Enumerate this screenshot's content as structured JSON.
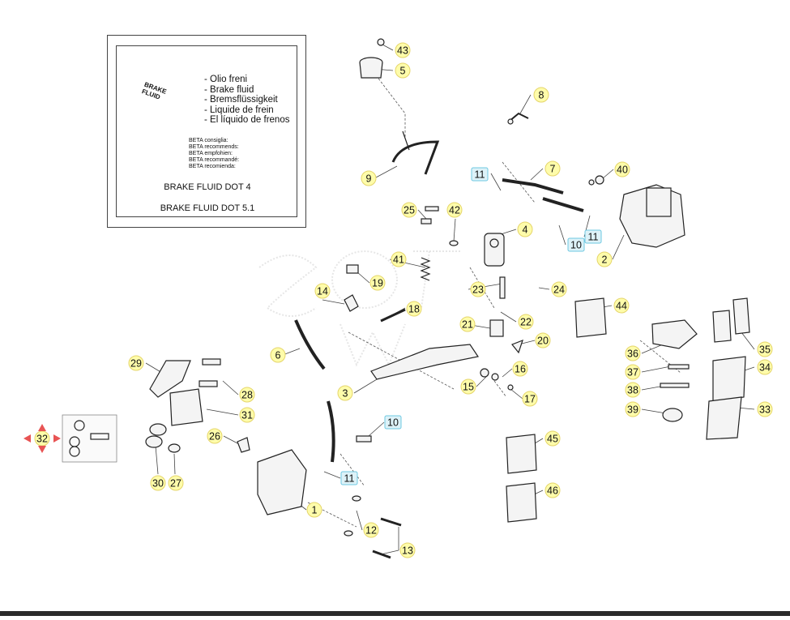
{
  "info_box": {
    "bottle_label_1": "BRAKE",
    "bottle_label_2": "FLUID",
    "languages": [
      "- Olio freni",
      "- Brake fluid",
      "- Bremsflüssigkeit",
      "- Liquide de frein",
      "- El líquido de frenos"
    ],
    "recommends": [
      "BETA consiglia:",
      "BETA recommends:",
      "BETA empfohien:",
      "BETA recommandé:",
      "BETA recomienda:"
    ],
    "fluid_1": "BRAKE FLUID DOT 4",
    "fluid_2": "BRAKE FLUID DOT 5.1"
  },
  "callouts": [
    "43",
    "5",
    "8",
    "9",
    "11",
    "7",
    "40",
    "25",
    "42",
    "4",
    "10",
    "11",
    "2",
    "41",
    "19",
    "24",
    "14",
    "23",
    "18",
    "44",
    "21",
    "22",
    "6",
    "20",
    "36",
    "35",
    "37",
    "34",
    "29",
    "16",
    "3",
    "15",
    "17",
    "38",
    "28",
    "31",
    "39",
    "33",
    "10",
    "26",
    "45",
    "32",
    "11",
    "30",
    "27",
    "46",
    "1",
    "12",
    "13"
  ],
  "highlighted_callouts": [
    "10",
    "11",
    "32"
  ],
  "colors": {
    "callout_fill": "#fefcaa",
    "highlight_fill": "#ddf2f8",
    "highlight_border": "#6ec8e2",
    "selected_marker": "#e85454"
  },
  "icons": [
    "brake-fluid-bottle-icon",
    "selected-arrows-icon"
  ]
}
